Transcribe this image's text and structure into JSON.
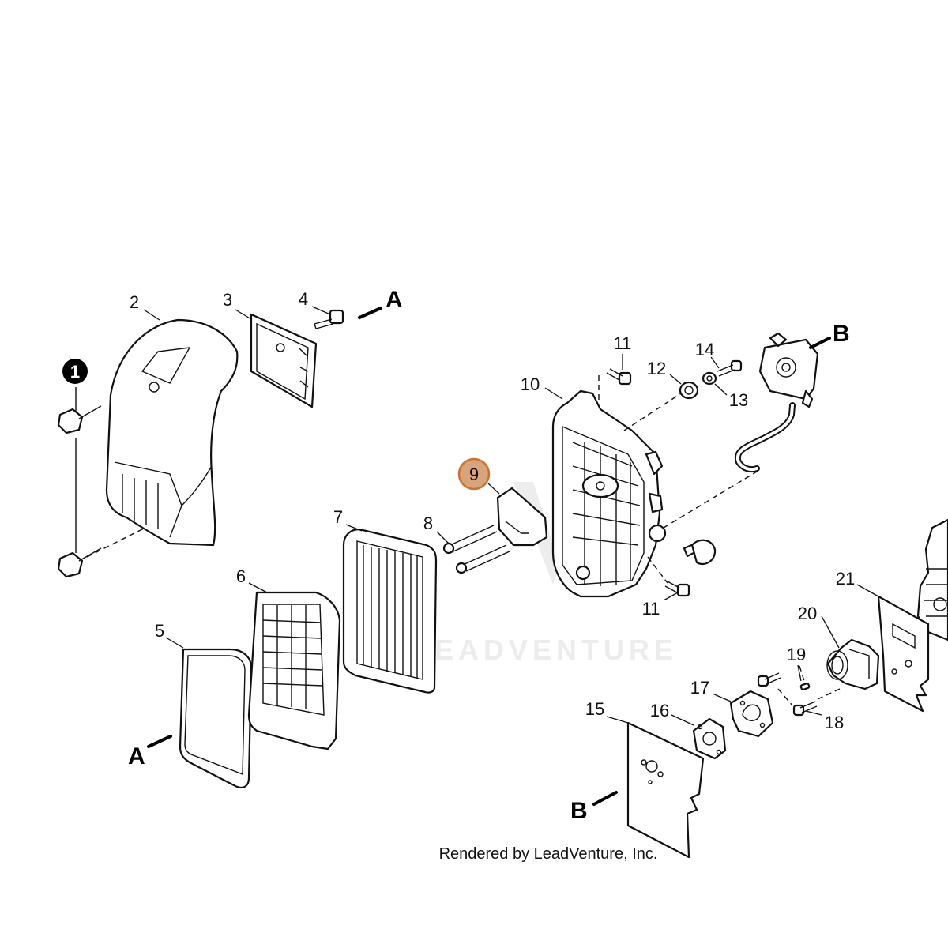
{
  "callouts": [
    {
      "id": "c1",
      "text": "1"
    },
    {
      "id": "c2",
      "text": "2"
    },
    {
      "id": "c3",
      "text": "3"
    },
    {
      "id": "c4",
      "text": "4"
    },
    {
      "id": "c5",
      "text": "5"
    },
    {
      "id": "c6",
      "text": "6"
    },
    {
      "id": "c7",
      "text": "7"
    },
    {
      "id": "c8",
      "text": "8"
    },
    {
      "id": "c9",
      "text": "9"
    },
    {
      "id": "c10",
      "text": "10"
    },
    {
      "id": "c11a",
      "text": "11"
    },
    {
      "id": "c11b",
      "text": "11"
    },
    {
      "id": "c12",
      "text": "12"
    },
    {
      "id": "c13",
      "text": "13"
    },
    {
      "id": "c14",
      "text": "14"
    },
    {
      "id": "c15",
      "text": "15"
    },
    {
      "id": "c16",
      "text": "16"
    },
    {
      "id": "c17",
      "text": "17"
    },
    {
      "id": "c18",
      "text": "18"
    },
    {
      "id": "c19",
      "text": "19"
    },
    {
      "id": "c20",
      "text": "20"
    },
    {
      "id": "c21",
      "text": "21"
    }
  ],
  "refs": {
    "a1": "A",
    "a2": "A",
    "b1": "B",
    "b2": "B"
  },
  "watermark": "LEADVENTURE",
  "credit": "Rendered by LeadVenture, Inc.",
  "colors": {
    "highlight_fill": "#d9a37b",
    "highlight_stroke": "#c8742f",
    "line": "#111111",
    "watermark": "#ececec"
  }
}
